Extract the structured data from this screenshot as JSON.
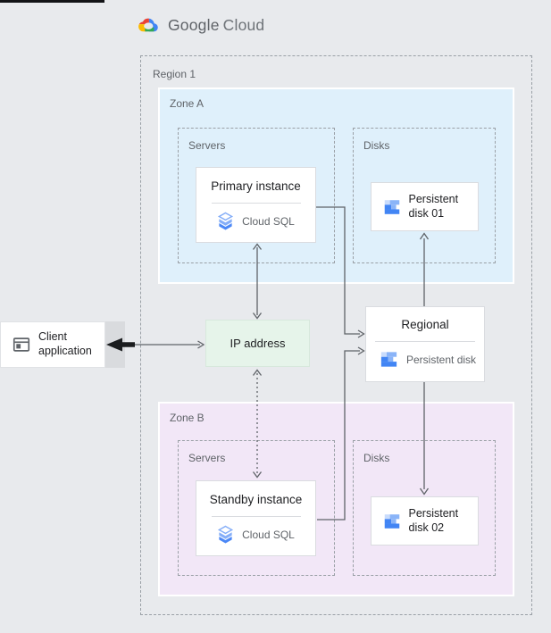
{
  "header": {
    "brand_primary": "Google",
    "brand_secondary": "Cloud"
  },
  "region": {
    "label": "Region 1"
  },
  "zone_a": {
    "label": "Zone A",
    "servers_label": "Servers",
    "disks_label": "Disks",
    "instance": {
      "title": "Primary instance",
      "product": "Cloud SQL"
    },
    "disk_label": "Persistent disk 01"
  },
  "zone_b": {
    "label": "Zone B",
    "servers_label": "Servers",
    "disks_label": "Disks",
    "instance": {
      "title": "Standby instance",
      "product": "Cloud SQL"
    },
    "disk_label": "Persistent disk 02"
  },
  "ip_box": {
    "label": "IP address"
  },
  "regional_disk": {
    "title": "Regional",
    "subtitle": "Persistent disk"
  },
  "client": {
    "label": "Client application"
  },
  "colors": {
    "page_background": "#e8eaed",
    "zone_a_fill": "#dff0fb",
    "zone_b_fill": "#f2e7f7",
    "ip_fill": "#e6f4ea",
    "arrow_gray": "#5f6368",
    "logo_blue": "#4285f4",
    "logo_red": "#ea4335",
    "logo_yellow": "#fbbc04",
    "logo_green": "#34a853",
    "disk_icon_blue": "#4285f4",
    "disk_icon_light_blue": "#8ab4f8"
  }
}
